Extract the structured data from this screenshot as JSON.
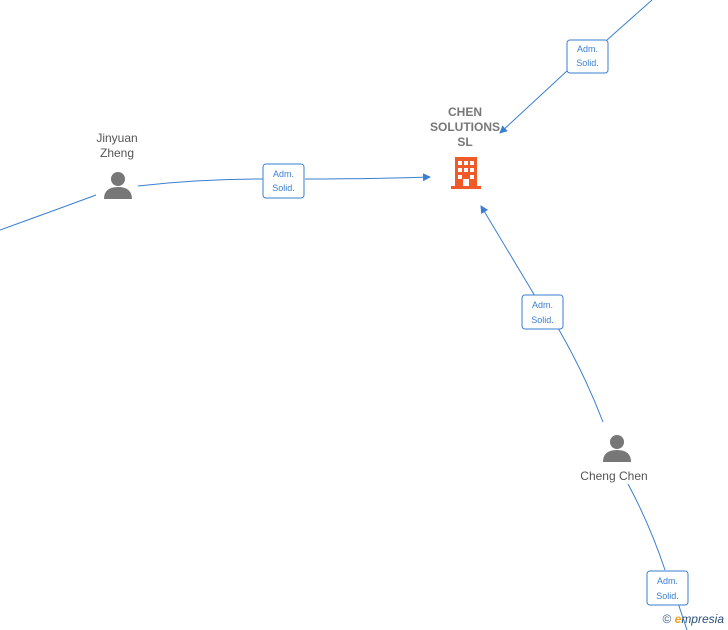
{
  "nodes": {
    "company": {
      "name_lines": [
        "CHEN",
        "SOLUTIONS",
        "SL"
      ],
      "icon": "building-icon",
      "color": "#f05a28"
    },
    "jinyuan": {
      "name_lines": [
        "Jinyuan",
        "Zheng"
      ],
      "icon": "person-icon",
      "color": "#777777"
    },
    "cheng": {
      "name_lines": [
        "Cheng Chen"
      ],
      "icon": "person-icon",
      "color": "#777777"
    }
  },
  "edge_labels": {
    "top": [
      "Adm.",
      "Solid."
    ],
    "left": [
      "Adm.",
      "Solid."
    ],
    "middle": [
      "Adm.",
      "Solid."
    ],
    "bottom": [
      "Adm.",
      "Solid."
    ]
  },
  "footer": {
    "copyright": "©",
    "brand_initial": "e",
    "brand_rest": "mpresia"
  },
  "colors": {
    "edge": "#3a7fd0"
  }
}
